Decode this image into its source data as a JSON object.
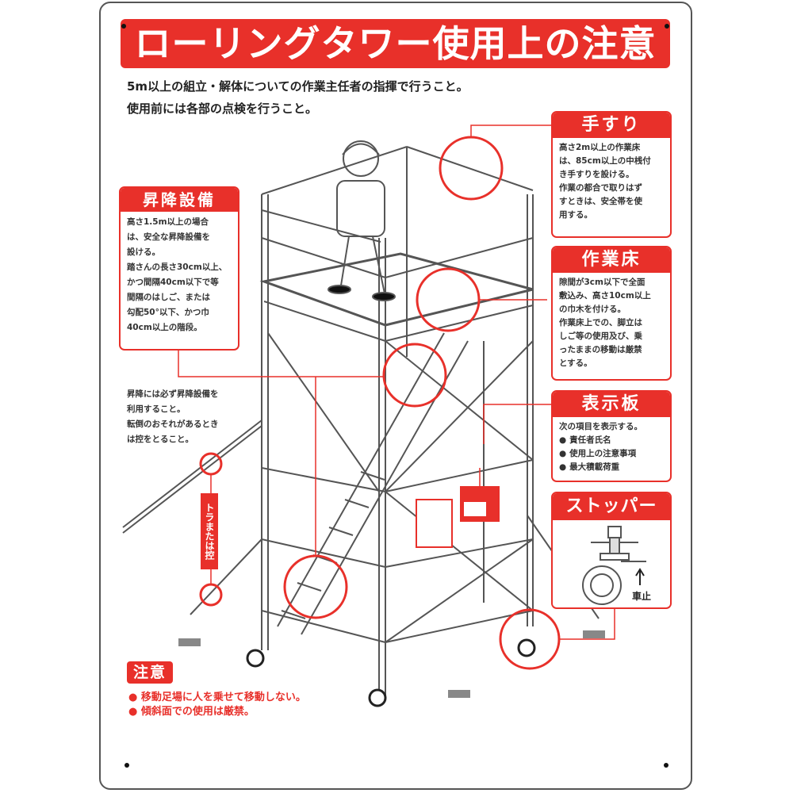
{
  "title": "ローリングタワー使用上の注意",
  "intro": [
    "5m以上の組立・解体についての作業主任者の指揮で行うこと。",
    "使用前には各部の点検を行うこと。"
  ],
  "panels": {
    "handrail": {
      "heading": "手すり",
      "lines": [
        "高さ2m以上の作業床",
        "は、85cm以上の中桟付",
        "き手すりを設ける。",
        "作業の都合で取りはず",
        "すときは、安全帯を使",
        "用する。"
      ]
    },
    "work_floor": {
      "heading": "作業床",
      "lines": [
        "隙間が3cm以下で全面",
        "敷込み、高さ10cm以上",
        "の巾木を付ける。",
        "作業床上での、脚立は",
        "しご等の使用及び、乗",
        "ったままの移動は厳禁",
        "とする。"
      ]
    },
    "sign_board": {
      "heading": "表示板",
      "lines": [
        "次の項目を表示する。"
      ],
      "bullets": [
        "責任者氏名",
        "使用上の注意事項",
        "最大積載荷重"
      ]
    },
    "stopper": {
      "heading": "ストッパー",
      "caption": "車止"
    },
    "access": {
      "heading": "昇降設備",
      "lines": [
        "高さ1.5m以上の場合",
        "は、安全な昇降設備を",
        "設ける。",
        "踏さんの長さ30cm以上、",
        "かつ間隔40cm以下で等",
        "間隔のはしご、または",
        "勾配50°以下、かつ巾",
        "40cm以上の階段。"
      ]
    }
  },
  "side_note": [
    "昇降には必ず昇降設備を",
    "利用すること。",
    "転倒のおそれがあるとき",
    "は控をとること。"
  ],
  "vertical_label": "トラまたは控",
  "caution": {
    "heading": "注意",
    "items": [
      "移動足場に人を乗せて移動しない。",
      "傾斜面での使用は厳禁。"
    ]
  },
  "colors": {
    "accent": "#e8302a",
    "line": "#444444"
  }
}
